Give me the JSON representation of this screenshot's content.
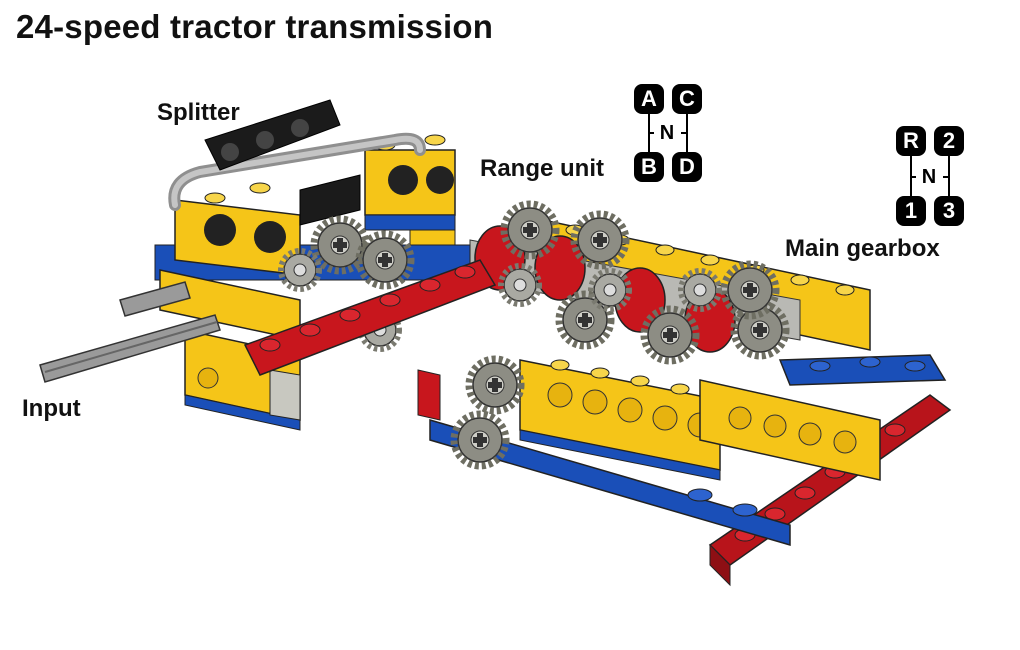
{
  "title": "24-speed tractor transmission",
  "labels": {
    "splitter": "Splitter",
    "range_unit": "Range unit",
    "main_gearbox": "Main gearbox",
    "input": "Input"
  },
  "range_shift": {
    "top_left": "A",
    "top_right": "C",
    "neutral": "N",
    "bottom_left": "B",
    "bottom_right": "D"
  },
  "main_shift": {
    "top_left": "R",
    "top_right": "2",
    "neutral": "N",
    "bottom_left": "1",
    "bottom_right": "3"
  },
  "colors": {
    "yellow": "#f5c518",
    "red": "#c8161d",
    "blue": "#1a4fb8",
    "gray": "#9a9a9a",
    "dark_gray": "#6e6e62",
    "black": "#1b1b1b"
  }
}
